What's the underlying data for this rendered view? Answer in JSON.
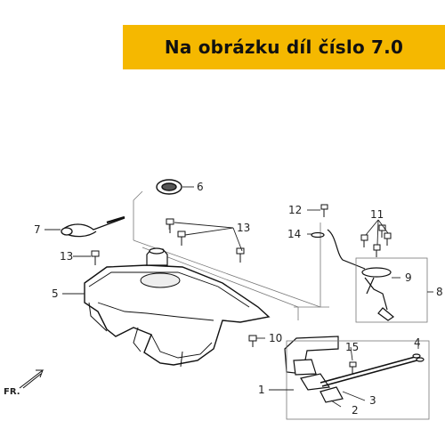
{
  "banner": {
    "text": "Na obrázku díl číslo 7.0",
    "color": "#f5b800"
  },
  "front_marker": "FR.",
  "callouts": [
    {
      "id": "c1",
      "label": "1"
    },
    {
      "id": "c2",
      "label": "2"
    },
    {
      "id": "c3",
      "label": "3"
    },
    {
      "id": "c4",
      "label": "4"
    },
    {
      "id": "c5",
      "label": "5"
    },
    {
      "id": "c6",
      "label": "6"
    },
    {
      "id": "c7",
      "label": "7"
    },
    {
      "id": "c8",
      "label": "8"
    },
    {
      "id": "c9",
      "label": "9"
    },
    {
      "id": "c10",
      "label": "10"
    },
    {
      "id": "c11",
      "label": "11"
    },
    {
      "id": "c12",
      "label": "12"
    },
    {
      "id": "c13a",
      "label": "13"
    },
    {
      "id": "c13b",
      "label": "13"
    },
    {
      "id": "c14",
      "label": "14"
    },
    {
      "id": "c15",
      "label": "15"
    }
  ]
}
